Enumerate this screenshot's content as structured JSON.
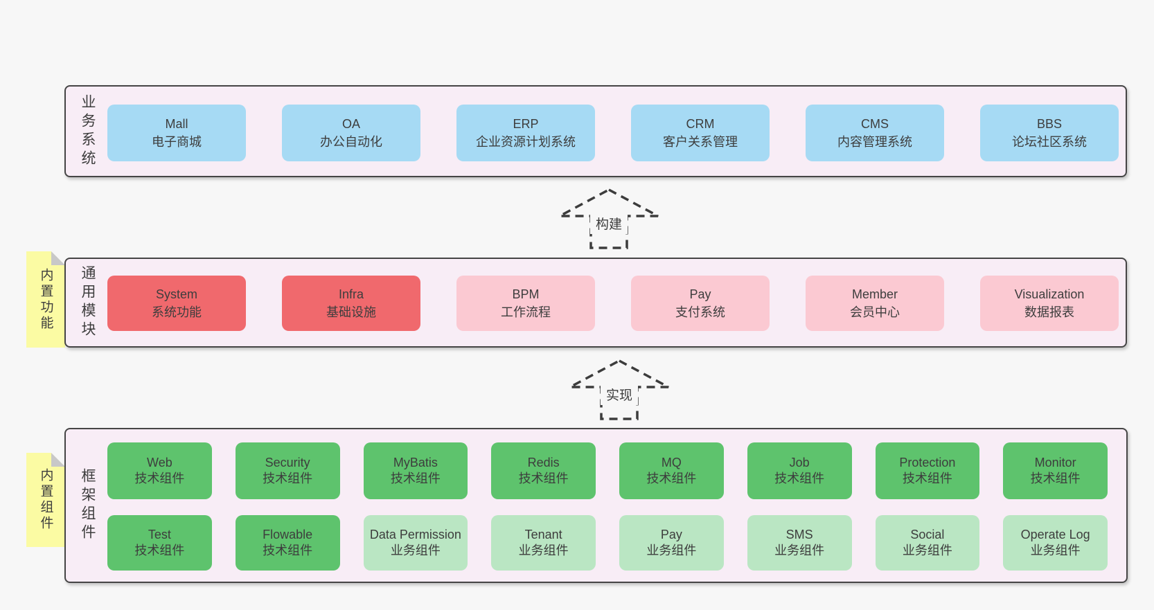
{
  "colors": {
    "page_background": "#f7f7f7",
    "layer_background": "#f8edf6",
    "layer_border": "#454545",
    "business_box": "#a6daf4",
    "core_module_box": "#f0696d",
    "optional_module_box": "#fbc9d2",
    "tech_component_box": "#5ec36d",
    "biz_component_box": "#bae6c3",
    "sticky_note": "#fbfba3",
    "text": "#3d3d3d"
  },
  "arrows": {
    "build": "构建",
    "implement": "实现"
  },
  "layers": {
    "business": {
      "label": "业务系统",
      "boxes": [
        {
          "name": "Mall",
          "desc": "电子商城"
        },
        {
          "name": "OA",
          "desc": "办公自动化"
        },
        {
          "name": "ERP",
          "desc": "企业资源计划系统"
        },
        {
          "name": "CRM",
          "desc": "客户关系管理"
        },
        {
          "name": "CMS",
          "desc": "内容管理系统"
        },
        {
          "name": "BBS",
          "desc": "论坛社区系统"
        }
      ]
    },
    "modules": {
      "label": "通用模块",
      "note": "内置功能",
      "boxes": [
        {
          "name": "System",
          "desc": "系统功能"
        },
        {
          "name": "Infra",
          "desc": "基础设施"
        },
        {
          "name": "BPM",
          "desc": "工作流程"
        },
        {
          "name": "Pay",
          "desc": "支付系统"
        },
        {
          "name": "Member",
          "desc": "会员中心"
        },
        {
          "name": "Visualization",
          "desc": "数据报表"
        }
      ]
    },
    "components": {
      "label": "框架组件",
      "note": "内置组件",
      "row1": [
        {
          "name": "Web",
          "desc": "技术组件"
        },
        {
          "name": "Security",
          "desc": "技术组件"
        },
        {
          "name": "MyBatis",
          "desc": "技术组件"
        },
        {
          "name": "Redis",
          "desc": "技术组件"
        },
        {
          "name": "MQ",
          "desc": "技术组件"
        },
        {
          "name": "Job",
          "desc": "技术组件"
        },
        {
          "name": "Protection",
          "desc": "技术组件"
        },
        {
          "name": "Monitor",
          "desc": "技术组件"
        }
      ],
      "row2": [
        {
          "name": "Test",
          "desc": "技术组件"
        },
        {
          "name": "Flowable",
          "desc": "技术组件"
        },
        {
          "name": "Data Permission",
          "desc": "业务组件"
        },
        {
          "name": "Tenant",
          "desc": "业务组件"
        },
        {
          "name": "Pay",
          "desc": "业务组件"
        },
        {
          "name": "SMS",
          "desc": "业务组件"
        },
        {
          "name": "Social",
          "desc": "业务组件"
        },
        {
          "name": "Operate Log",
          "desc": "业务组件"
        }
      ]
    }
  }
}
